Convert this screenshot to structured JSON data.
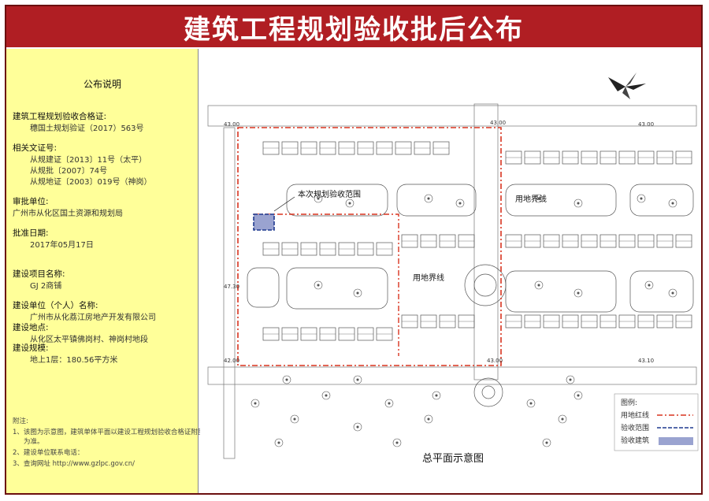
{
  "banner": {
    "title": "建筑工程规划验收批后公布"
  },
  "notice": {
    "heading": "公布说明",
    "cert_label": "建筑工程规划验收合格证:",
    "cert_value": "穗国土规划验证（2017）563号",
    "related_label": "相关文证号:",
    "related": [
      "从规建证〔2013〕11号（太平）",
      "从规批〔2007〕74号",
      "从规地证〔2003〕019号（神岗）"
    ],
    "approver_label": "审批单位:",
    "approver_value": "广州市从化区国土资源和规划局",
    "date_label": "批准日期:",
    "date_value": "2017年05月17日",
    "project_label": "建设项目名称:",
    "project_value": "GJ 2商铺",
    "builder_label": "建设单位（个人）名称:",
    "builder_value": "广州市从化荔江房地产开发有限公司",
    "site_label": "建设地点:",
    "site_value": "从化区太平镇佛岗村、神岗村地段",
    "scale_label": "建设规模:",
    "scale_value": "地上1层：180.56平方米",
    "notes_label": "附注:",
    "notes": [
      "1、该图为示意图，建筑单体平面以建设工程规划验收合格证附图",
      "为准。",
      "2、建设单位联系电话：",
      "3、查询网址 http://www.gzlpc.gov.cn/"
    ]
  },
  "map": {
    "caption": "总平面示意图",
    "callout_scope": "本次规划验收范围",
    "label_redline_1": "用地界线",
    "label_redline_2": "用地界线",
    "elev_top_left": "43.00",
    "elev_top_mid": "43.00",
    "elev_top_right": "43.00",
    "elev_left_mid": "47.30",
    "elev_bottom_left": "42.00",
    "elev_bottom_mid": "43.00",
    "elev_bottom_right": "43.10",
    "legend": {
      "title": "图例:",
      "items": [
        {
          "label": "用地红线",
          "color": "#d9331f"
        },
        {
          "label": "验收范围",
          "color": "#1f3a8f"
        },
        {
          "label": "验收建筑",
          "color": "#9aa3d0"
        }
      ]
    },
    "colors": {
      "redline": "#d9331f",
      "scope": "#1f3a8f",
      "building": "#9aa3d0"
    }
  }
}
